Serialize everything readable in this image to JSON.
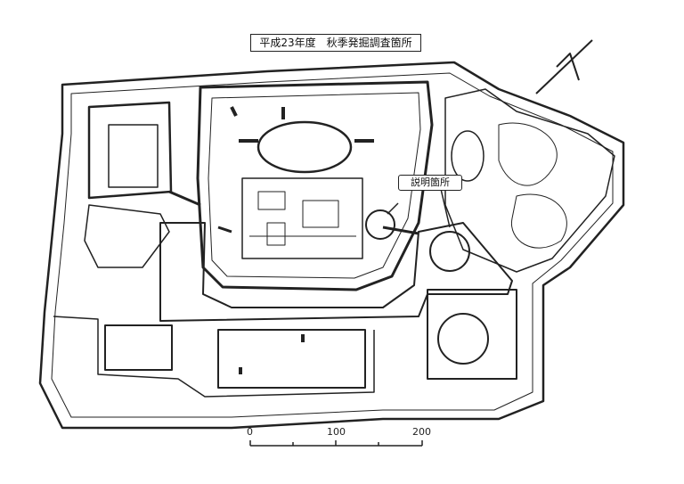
{
  "title": "平成23年度　秋季発掘調査箇所",
  "callout_label": "説明箇所",
  "north_arrow": "north-arrow-icon",
  "scale": {
    "ticks": [
      "0",
      "100",
      "200"
    ]
  },
  "colors": {
    "ink": "#222222",
    "paper": "#ffffff"
  }
}
